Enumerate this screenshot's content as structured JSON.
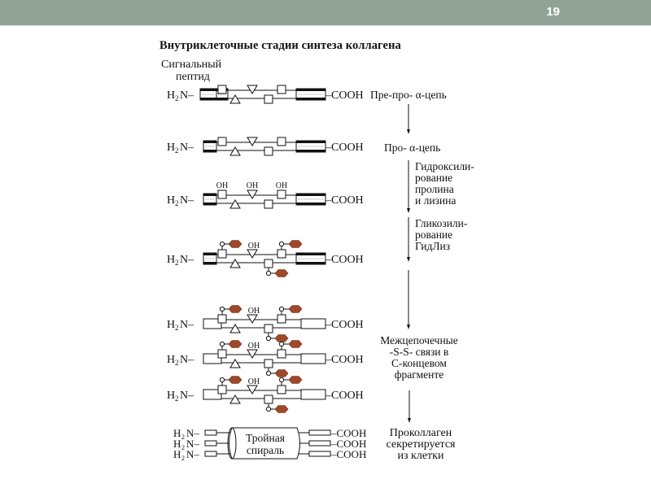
{
  "slide": {
    "number": "19",
    "header_color": "#91a296"
  },
  "diagram": {
    "title": "Внутриклеточные стадии синтеза коллагена",
    "signal_peptide_label_line1": "Сигнальный",
    "signal_peptide_label_line2": "пептид",
    "n_terminus": "H₂N–",
    "c_terminus": "–COOH",
    "oh_label": "OH",
    "o_label": "O",
    "glycosyl_color": "#a0482a",
    "triple_helix_line1": "Тройная",
    "triple_helix_line2": "спираль",
    "stages": [
      {
        "label": "Пре-про- α-цепь"
      },
      {
        "label": "Про- α-цепь"
      },
      {
        "label": "Гидроксили-\nрование\nпролина\nи лизина"
      },
      {
        "label": "Гликозили-\nрование\nГидЛиз"
      },
      {
        "label": "Межцепочечные\n-S-S- связи в\nС-концевом\nфрагменте"
      },
      {
        "label": "Проколлаген\nсекретируется\nиз клетки"
      }
    ],
    "stage_text": {
      "s1": "Пре-про- α-цепь",
      "s2": "Про- α-цепь",
      "s3_l1": "Гидроксили-",
      "s3_l2": "рование",
      "s3_l3": "пролина",
      "s3_l4": "и лизина",
      "s4_l1": "Гликозили-",
      "s4_l2": "рование",
      "s4_l3": "ГидЛиз",
      "s5_l1": "Межцепочечные",
      "s5_l2": "-S-S- связи в",
      "s5_l3": "С-концевом",
      "s5_l4": "фрагменте",
      "s6_l1": "Проколлаген",
      "s6_l2": "секретируется",
      "s6_l3": "из клетки"
    }
  }
}
